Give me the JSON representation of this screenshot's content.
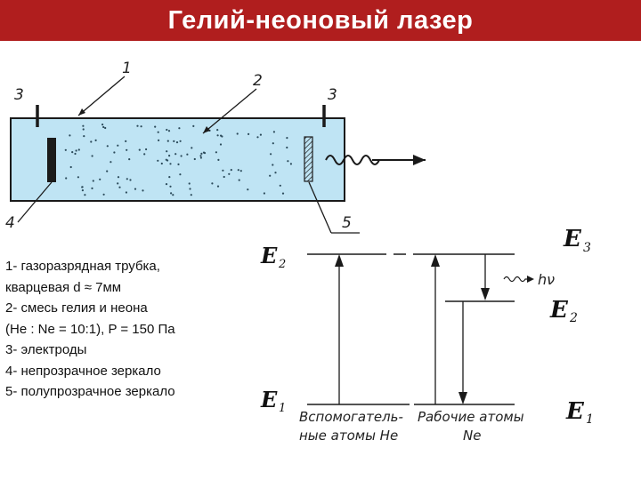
{
  "title": "Гелий-неоновый лазер",
  "tube_labels": {
    "one": "1",
    "two": "2",
    "three_left": "3",
    "three_right": "3",
    "four": "4",
    "five": "5"
  },
  "legend": [
    "1- газоразрядная трубка,",
    "кварцевая d ≈ 7мм",
    "2- смесь гелия и неона",
    "(He : Ne = 10:1), P = 150 Па",
    "3- электроды",
    "4- непрозрачное зеркало",
    "5- полупрозрачное зеркало"
  ],
  "levels": {
    "he_e2": {
      "letter": "E",
      "sub": "2"
    },
    "he_e1": {
      "letter": "E",
      "sub": "1"
    },
    "ne_e3": {
      "letter": "E",
      "sub": "3"
    },
    "ne_e2": {
      "letter": "E",
      "sub": "2"
    },
    "ne_e1": {
      "letter": "E",
      "sub": "1"
    }
  },
  "photon_label": "hν",
  "helium_caption": [
    "Вспомогатель-",
    "ные атомы He"
  ],
  "neon_caption": [
    "Рабочие атомы",
    "Ne"
  ],
  "colors": {
    "title_bg": "#b01e1e",
    "tube_fill": "#bfe4f4",
    "line": "#1a1a1a"
  }
}
